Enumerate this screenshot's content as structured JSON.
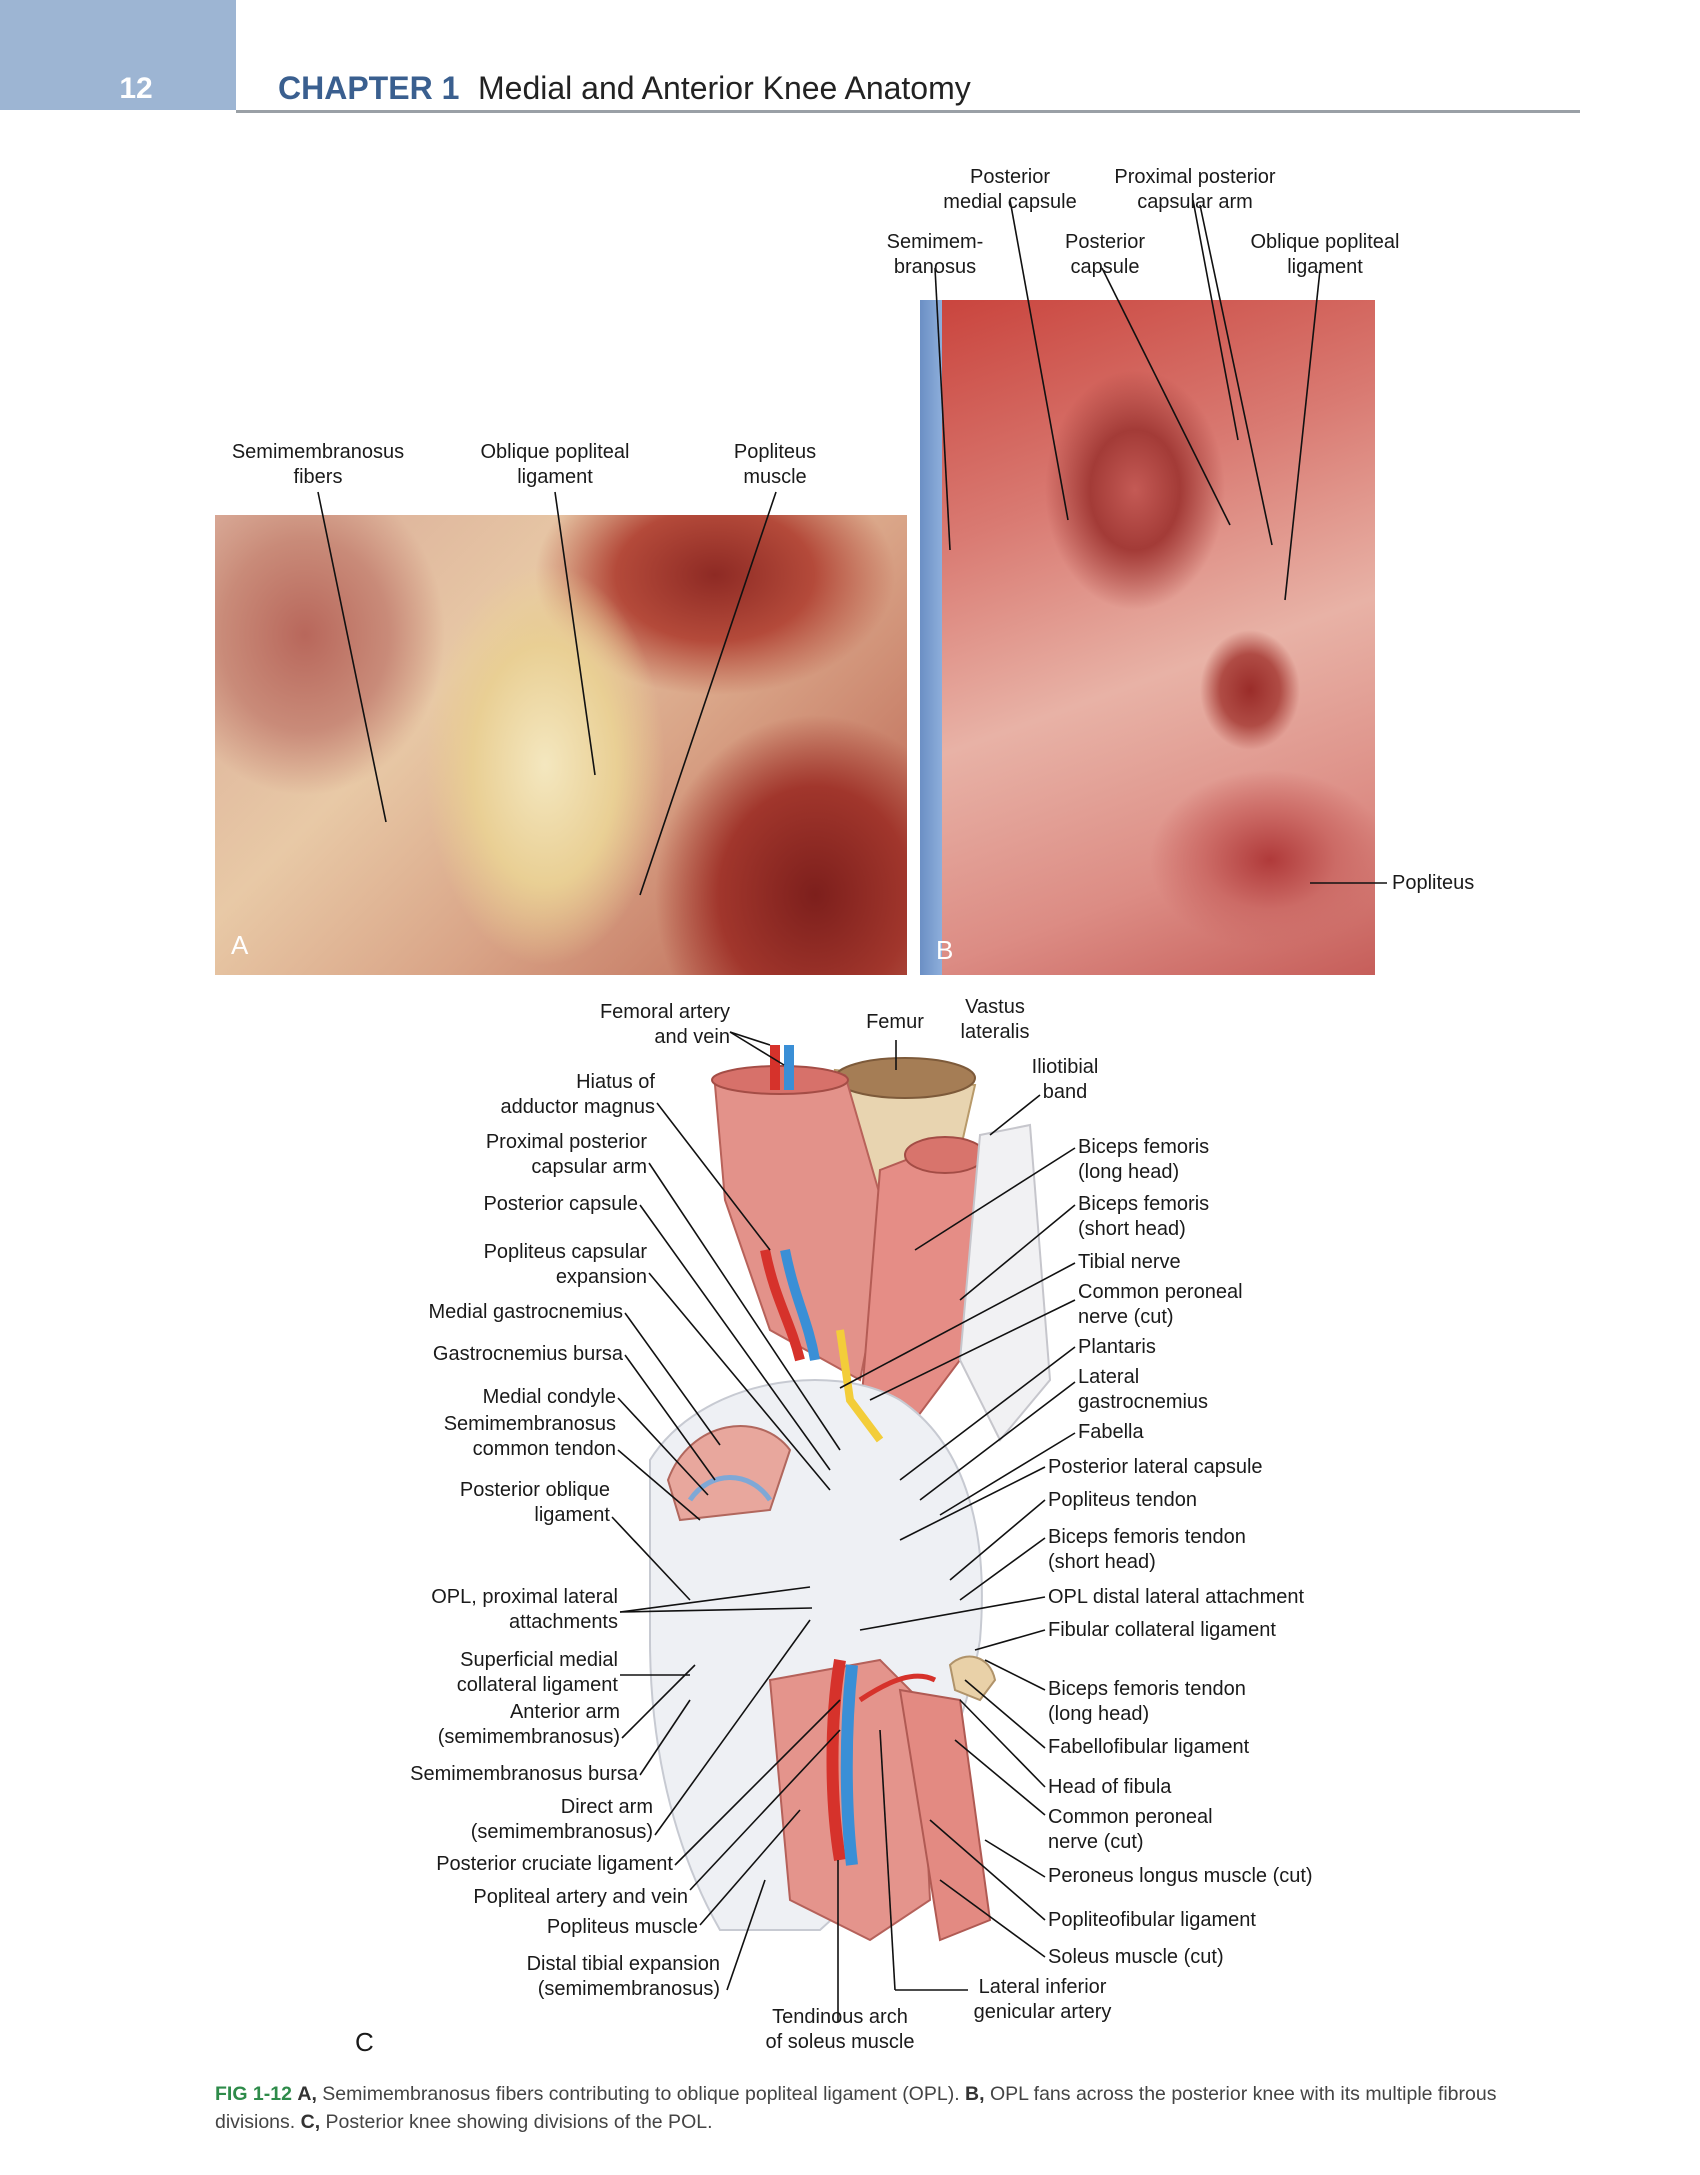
{
  "header": {
    "page_number": "12",
    "chapter_label": "CHAPTER 1",
    "chapter_title": "Medial and Anterior Knee Anatomy"
  },
  "panel_a": {
    "letter": "A",
    "labels": [
      {
        "text": [
          "Semimembranosus",
          "fibers"
        ]
      },
      {
        "text": [
          "Oblique popliteal",
          "ligament"
        ]
      },
      {
        "text": [
          "Popliteus",
          "muscle"
        ]
      }
    ]
  },
  "panel_b": {
    "letter": "B",
    "labels": [
      {
        "text": [
          "Posterior",
          "medial capsule"
        ]
      },
      {
        "text": [
          "Proximal posterior",
          "capsular arm"
        ]
      },
      {
        "text": [
          "Semimem-",
          "branosus"
        ]
      },
      {
        "text": [
          "Posterior",
          "capsule"
        ]
      },
      {
        "text": [
          "Oblique popliteal",
          "ligament"
        ]
      },
      {
        "text": [
          "Popliteus"
        ]
      }
    ]
  },
  "panel_c": {
    "letter": "C",
    "top_labels": [
      {
        "text": [
          "Femoral artery",
          "and vein"
        ]
      },
      {
        "text": [
          "Femur"
        ]
      },
      {
        "text": [
          "Vastus",
          "lateralis"
        ]
      },
      {
        "text": [
          "Iliotibial",
          "band"
        ]
      }
    ],
    "left_labels": [
      {
        "text": [
          "Hiatus of",
          "adductor magnus"
        ]
      },
      {
        "text": [
          "Proximal posterior",
          "capsular arm"
        ]
      },
      {
        "text": [
          "Posterior capsule"
        ]
      },
      {
        "text": [
          "Popliteus capsular",
          "expansion"
        ]
      },
      {
        "text": [
          "Medial gastrocnemius"
        ]
      },
      {
        "text": [
          "Gastrocnemius bursa"
        ]
      },
      {
        "text": [
          "Medial condyle"
        ]
      },
      {
        "text": [
          "Semimembranosus",
          "common tendon"
        ]
      },
      {
        "text": [
          "Posterior oblique",
          "ligament"
        ]
      },
      {
        "text": [
          "OPL, proximal lateral",
          "attachments"
        ]
      },
      {
        "text": [
          "Superficial medial",
          "collateral ligament"
        ]
      },
      {
        "text": [
          "Anterior arm",
          "(semimembranosus)"
        ]
      },
      {
        "text": [
          "Semimembranosus bursa"
        ]
      },
      {
        "text": [
          "Direct arm",
          "(semimembranosus)"
        ]
      },
      {
        "text": [
          "Posterior cruciate ligament"
        ]
      },
      {
        "text": [
          "Popliteal artery and vein"
        ]
      },
      {
        "text": [
          "Popliteus muscle"
        ]
      },
      {
        "text": [
          "Distal tibial expansion",
          "(semimembranosus)"
        ]
      }
    ],
    "right_labels": [
      {
        "text": [
          "Biceps femoris",
          "(long head)"
        ]
      },
      {
        "text": [
          "Biceps femoris",
          "(short head)"
        ]
      },
      {
        "text": [
          "Tibial nerve"
        ]
      },
      {
        "text": [
          "Common peroneal",
          "nerve (cut)"
        ]
      },
      {
        "text": [
          "Plantaris"
        ]
      },
      {
        "text": [
          "Lateral",
          "gastrocnemius"
        ]
      },
      {
        "text": [
          "Fabella"
        ]
      },
      {
        "text": [
          "Posterior lateral capsule"
        ]
      },
      {
        "text": [
          "Popliteus tendon"
        ]
      },
      {
        "text": [
          "Biceps femoris tendon",
          "(short head)"
        ]
      },
      {
        "text": [
          "OPL distal lateral attachment"
        ]
      },
      {
        "text": [
          "Fibular collateral ligament"
        ]
      },
      {
        "text": [
          "Biceps femoris tendon",
          "(long head)"
        ]
      },
      {
        "text": [
          "Fabellofibular ligament"
        ]
      },
      {
        "text": [
          "Head of fibula"
        ]
      },
      {
        "text": [
          "Common peroneal",
          "nerve (cut)"
        ]
      },
      {
        "text": [
          "Peroneus longus muscle (cut)"
        ]
      },
      {
        "text": [
          "Popliteofibular ligament"
        ]
      },
      {
        "text": [
          "Soleus muscle (cut)"
        ]
      }
    ],
    "bottom_labels": [
      {
        "text": [
          "Lateral inferior",
          "genicular artery"
        ]
      },
      {
        "text": [
          "Tendinous arch",
          "of soleus muscle"
        ]
      }
    ]
  },
  "caption": {
    "fig": "FIG 1-12",
    "a": "A,",
    "a_text": " Semimembranosus fibers contributing to oblique popliteal ligament (OPL). ",
    "b": "B,",
    "b_text": " OPL fans across the posterior knee with its multiple fibrous divisions. ",
    "c": "C,",
    "c_text": " Posterior knee showing divisions of the POL."
  }
}
